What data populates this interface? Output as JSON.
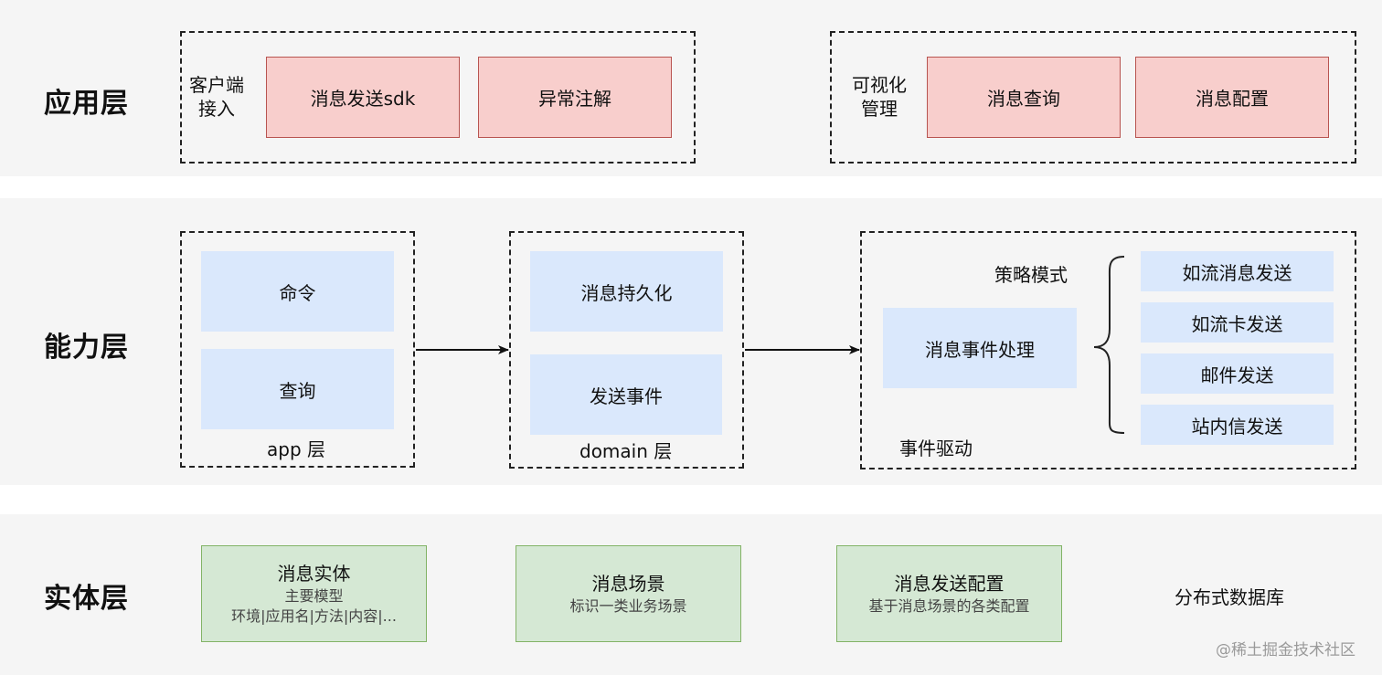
{
  "app_layer": {
    "title": "应用层",
    "client_label": [
      "客户端",
      "接入"
    ],
    "sdk": "消息发送sdk",
    "annotation": "异常注解",
    "viz_label": [
      "可视化",
      "管理"
    ],
    "query": "消息查询",
    "config": "消息配置"
  },
  "capability_layer": {
    "title": "能力层",
    "command": "命令",
    "query": "查询",
    "app_label": "app 层",
    "persist": "消息持久化",
    "send_event": "发送事件",
    "domain_label": "domain 层",
    "strategy_label": "策略模式",
    "event_handle": "消息事件处理",
    "event_driven": "事件驱动",
    "channels": [
      "如流消息发送",
      "如流卡发送",
      "邮件发送",
      "站内信发送"
    ]
  },
  "entity_layer": {
    "title": "实体层",
    "entities": [
      {
        "name": "消息实体",
        "sub": [
          "主要模型",
          "环境|应用名|方法|内容|..."
        ]
      },
      {
        "name": "消息场景",
        "sub": [
          "标识一类业务场景"
        ]
      },
      {
        "name": "消息发送配置",
        "sub": [
          "基于消息场景的各类配置"
        ]
      }
    ],
    "database": "分布式数据库"
  },
  "watermark": "@稀土掘金技术社区"
}
